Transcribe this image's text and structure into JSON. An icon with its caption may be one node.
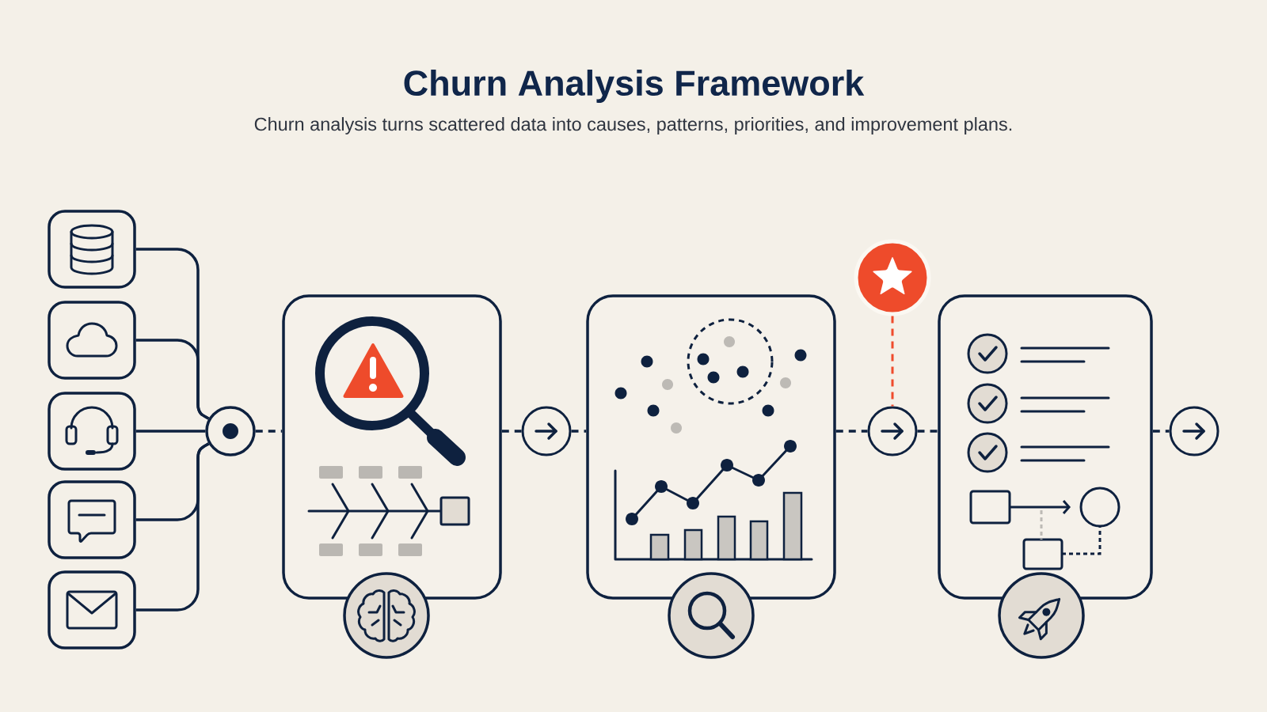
{
  "diagram": {
    "title": "Churn Analysis Framework",
    "nodes": [
      {
        "text": [],
        "shape": "box"
      },
      {
        "text": [],
        "shape": "box"
      },
      {
        "text": [],
        "shape": "box"
      },
      {
        "text": [],
        "shape": "box"
      },
      {
        "text": [],
        "shape": "box"
      },
      {
        "text": [],
        "shape": "circle"
      },
      {
        "text": [],
        "shape": "box"
      },
      {
        "text": [],
        "shape": "circle"
      },
      {
        "text": [],
        "shape": "circle"
      },
      {
        "text": [],
        "shape": "box"
      },
      {
        "text": [],
        "shape": "circle"
      },
      {
        "text": [],
        "shape": "circle"
      },
      {
        "text": [],
        "shape": "circle"
      },
      {
        "text": [],
        "shape": "box"
      },
      {
        "text": [],
        "shape": "circle"
      },
      {
        "text": [],
        "shape": "circle"
      }
    ],
    "edges": [
      {
        "from": 0,
        "to": 5,
        "arrow": "none"
      },
      {
        "from": 1,
        "to": 5,
        "arrow": "none"
      },
      {
        "from": 2,
        "to": 5,
        "arrow": "none"
      },
      {
        "from": 3,
        "to": 5,
        "arrow": "none"
      },
      {
        "from": 4,
        "to": 5,
        "arrow": "none"
      },
      {
        "from": 5,
        "to": 6,
        "arrow": "none",
        "style": "dashed"
      },
      {
        "from": 6,
        "to": 8,
        "arrow": "none",
        "style": "dashed"
      },
      {
        "from": 8,
        "to": 9,
        "arrow": "none",
        "style": "dashed"
      },
      {
        "from": 9,
        "to": 12,
        "arrow": "none",
        "style": "dashed"
      },
      {
        "from": 11,
        "to": 12,
        "arrow": "none",
        "style": "dashed",
        "color": "#ef4b2c"
      },
      {
        "from": 12,
        "to": 13,
        "arrow": "none",
        "style": "dashed"
      },
      {
        "from": 13,
        "to": 15,
        "arrow": "none",
        "style": "dashed"
      }
    ],
    "labels": [
      "Churn analysis turns scattered data into causes, patterns, priorities, and improvement plans."
    ]
  }
}
